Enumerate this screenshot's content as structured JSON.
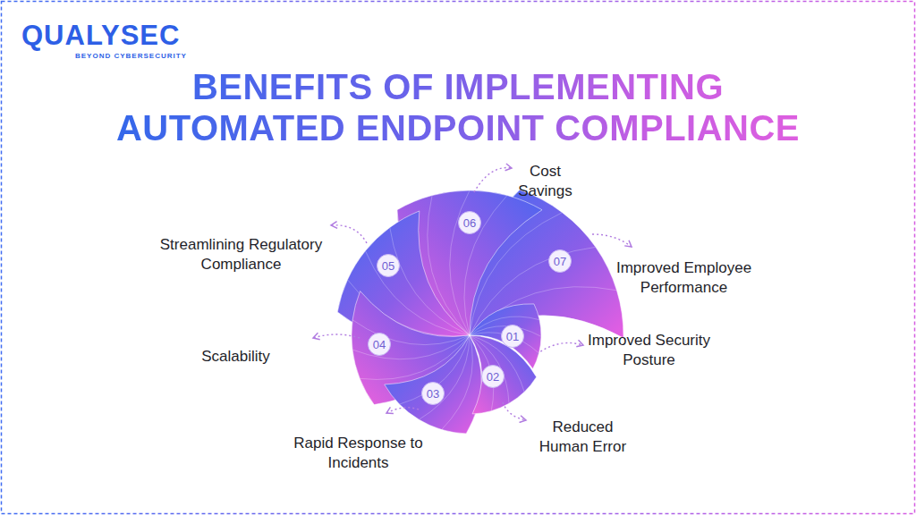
{
  "diagram": {
    "title": "BENEFITS OF IMPLEMENTING AUTOMATED ENDPOINT COMPLIANCE",
    "nodes": [
      {
        "text": [
          "01",
          "Improved Security Posture"
        ]
      },
      {
        "text": [
          "02",
          "Reduced Human Error"
        ]
      },
      {
        "text": [
          "03",
          "Rapid Response to Incidents"
        ]
      },
      {
        "text": [
          "04",
          "Scalability"
        ]
      },
      {
        "text": [
          "05",
          "Streamlining Regulatory Compliance"
        ]
      },
      {
        "text": [
          "06",
          "Cost Savings"
        ]
      },
      {
        "text": [
          "07",
          "Improved Employee Performance"
        ]
      }
    ],
    "labels": [
      "QUALYSEC",
      "BEYOND CYBERSECURITY"
    ]
  }
}
